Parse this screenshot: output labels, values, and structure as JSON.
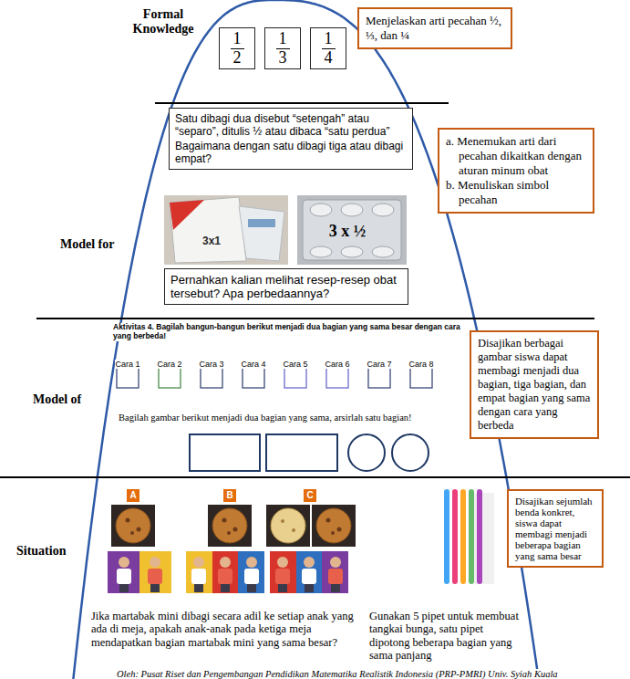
{
  "diagram": {
    "caption": "Oleh: Pusat Riset dan Pengembangan Pendidikan Matematika Realistik Indonesia (PRP-PMRI) Univ. Syiah Kuala",
    "nodes": [
      {
        "text": [
          "1",
          "2"
        ]
      },
      {
        "text": [
          "1",
          "3"
        ]
      },
      {
        "text": [
          "1",
          "4"
        ]
      },
      {
        "text": [
          "Menjelaskan arti pecahan ½, ⅓, dan ¼"
        ]
      },
      {
        "text": [
          "Satu dibagi dua disebut “setengah” atau “separo”, ditulis ½ atau dibaca “satu perdua”",
          "Bagaimana dengan satu dibagi tiga atau dibagi empat?"
        ]
      },
      {
        "text": [
          "a. Menemukan arti dari pecahan dikaitkan dengan aturan minum obat",
          "b. Menuliskan simbol pecahan"
        ]
      },
      {
        "text": [
          "Pernahkan kalian melihat resep-resep obat tersebut? Apa perbedaannya?"
        ]
      },
      {
        "text": [
          "Disajikan berbagai gambar siswa dapat membagi menjadi dua bagian, tiga bagian, dan empat bagian yang sama dengan cara yang berbeda"
        ]
      },
      {
        "text": [
          "A"
        ]
      },
      {
        "text": [
          "B"
        ]
      },
      {
        "text": [
          "C"
        ]
      },
      {
        "text": [
          "Disajikan sejumlah benda konkret, siswa dapat membagi menjadi beberapa bagian yang sama besar"
        ]
      }
    ],
    "labels": [
      "Formal Knowledge",
      "Model for",
      "3x1",
      "3 x ½",
      "Model of",
      "Aktivitas 4. Bagilah bangun-bangun berikut menjadi dua bagian yang sama besar dengan cara yang berbeda!",
      "Cara 1",
      "Cara 2",
      "Cara 3",
      "Cara 4",
      "Cara 5",
      "Cara 6",
      "Cara 7",
      "Cara 8",
      "Bagilah gambar berikut menjadi dua bagian yang sama, arsirlah satu bagian!",
      "Situation",
      "Jika martabak mini dibagi secara adil ke setiap anak yang ada di meja, apakah anak-anak pada ketiga meja mendapatkan bagian martabak mini yang sama besar?",
      "Gunakan 5 pipet untuk membuat tangkai bunga, satu pipet dipotong beberapa bagian yang sama panjang"
    ]
  }
}
